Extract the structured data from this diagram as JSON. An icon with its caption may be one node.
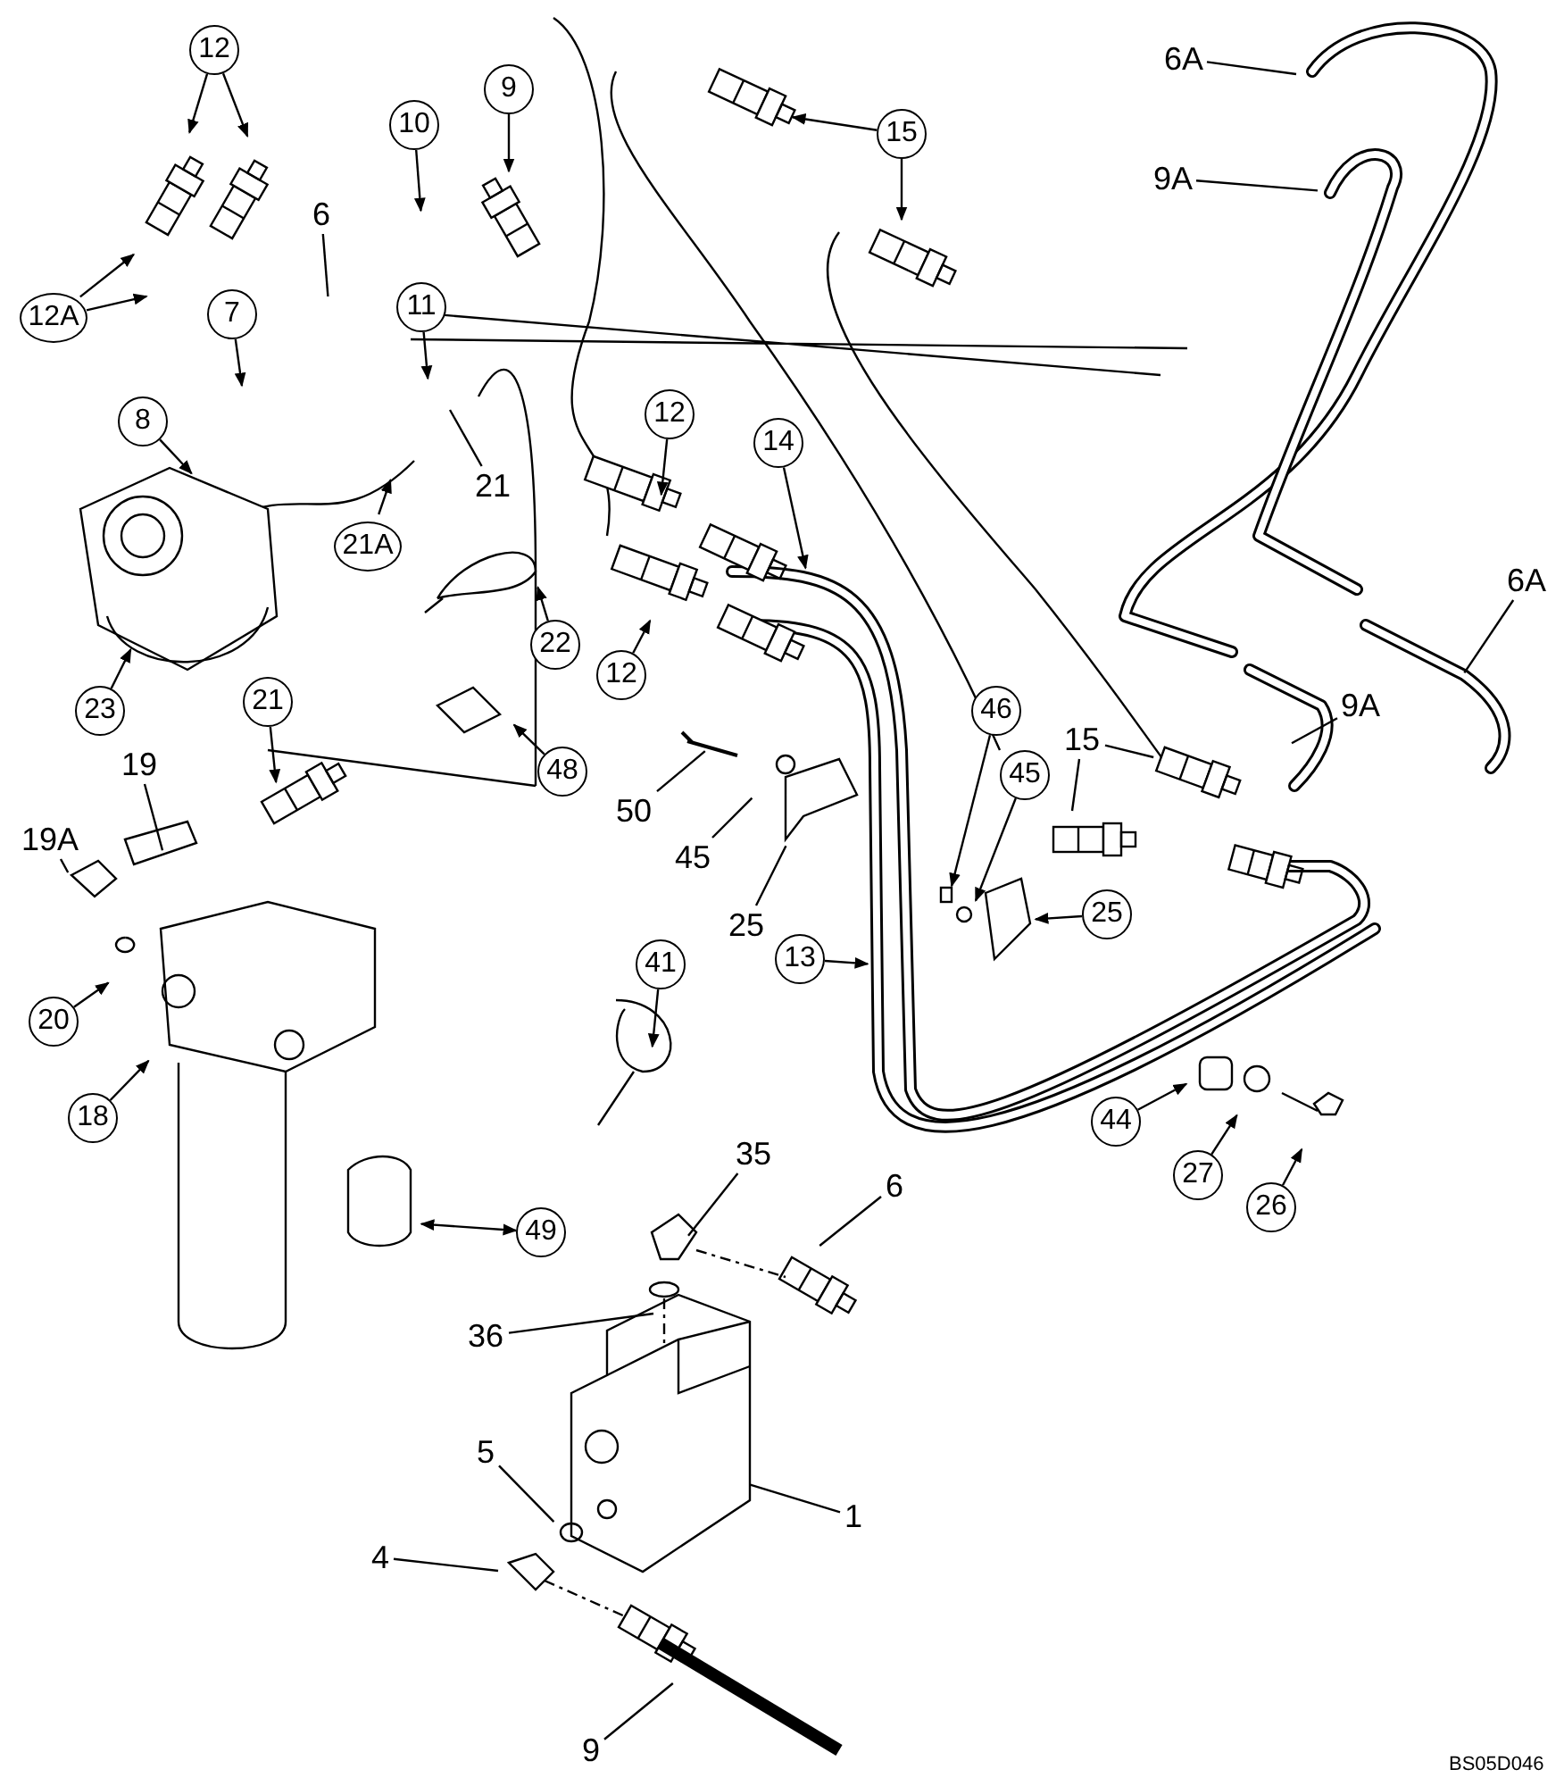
{
  "diagram": {
    "nodes": [
      {
        "text": [
          "12"
        ]
      },
      {
        "text": [
          "12A"
        ]
      },
      {
        "text": [
          "9"
        ]
      },
      {
        "text": [
          "10"
        ]
      },
      {
        "text": [
          "6"
        ]
      },
      {
        "text": [
          "11"
        ]
      },
      {
        "text": [
          "7"
        ]
      },
      {
        "text": [
          "8"
        ]
      },
      {
        "text": [
          "21"
        ]
      },
      {
        "text": [
          "21A"
        ]
      },
      {
        "text": [
          "23"
        ]
      },
      {
        "text": [
          "22"
        ]
      },
      {
        "text": [
          "21"
        ]
      },
      {
        "text": [
          "48"
        ]
      },
      {
        "text": [
          "15"
        ]
      },
      {
        "text": [
          "12"
        ]
      },
      {
        "text": [
          "14"
        ]
      },
      {
        "text": [
          "12"
        ]
      },
      {
        "text": [
          "6A"
        ]
      },
      {
        "text": [
          "9A"
        ]
      },
      {
        "text": [
          "6A"
        ]
      },
      {
        "text": [
          "9A"
        ]
      },
      {
        "text": [
          "50"
        ]
      },
      {
        "text": [
          "45"
        ]
      },
      {
        "text": [
          "25"
        ]
      },
      {
        "text": [
          "46"
        ]
      },
      {
        "text": [
          "45"
        ]
      },
      {
        "text": [
          "15"
        ]
      },
      {
        "text": [
          "25"
        ]
      },
      {
        "text": [
          "13"
        ]
      },
      {
        "text": [
          "44"
        ]
      },
      {
        "text": [
          "27"
        ]
      },
      {
        "text": [
          "26"
        ]
      },
      {
        "text": [
          "41"
        ]
      },
      {
        "text": [
          "49"
        ]
      },
      {
        "text": [
          "19"
        ]
      },
      {
        "text": [
          "19A"
        ]
      },
      {
        "text": [
          "20"
        ]
      },
      {
        "text": [
          "18"
        ]
      },
      {
        "text": [
          "35"
        ]
      },
      {
        "text": [
          "6"
        ]
      },
      {
        "text": [
          "36"
        ]
      },
      {
        "text": [
          "5"
        ]
      },
      {
        "text": [
          "1"
        ]
      },
      {
        "text": [
          "4"
        ]
      },
      {
        "text": [
          "9"
        ]
      }
    ],
    "edges": [
      {
        "from": 0,
        "to": null,
        "arrow": "to"
      },
      {
        "from": 0,
        "to": null,
        "arrow": "to"
      },
      {
        "from": 1,
        "to": null,
        "arrow": "to"
      },
      {
        "from": 1,
        "to": null,
        "arrow": "to"
      },
      {
        "from": 2,
        "to": null,
        "arrow": "to"
      },
      {
        "from": 3,
        "to": null,
        "arrow": "to"
      },
      {
        "from": 4,
        "to": null,
        "arrow": "none"
      },
      {
        "from": 5,
        "to": null,
        "arrow": "to"
      },
      {
        "from": 6,
        "to": null,
        "arrow": "to"
      },
      {
        "from": 7,
        "to": null,
        "arrow": "to"
      },
      {
        "from": 8,
        "to": null,
        "arrow": "none"
      },
      {
        "from": 9,
        "to": null,
        "arrow": "to"
      },
      {
        "from": 10,
        "to": null,
        "arrow": "to"
      },
      {
        "from": 11,
        "to": null,
        "arrow": "to"
      },
      {
        "from": 12,
        "to": null,
        "arrow": "to"
      },
      {
        "from": 13,
        "to": null,
        "arrow": "to"
      },
      {
        "from": 14,
        "to": null,
        "arrow": "to"
      },
      {
        "from": 14,
        "to": null,
        "arrow": "to"
      },
      {
        "from": 15,
        "to": null,
        "arrow": "to"
      },
      {
        "from": 16,
        "to": null,
        "arrow": "to"
      },
      {
        "from": 17,
        "to": null,
        "arrow": "to"
      },
      {
        "from": 18,
        "to": null,
        "arrow": "none"
      },
      {
        "from": 19,
        "to": null,
        "arrow": "none"
      },
      {
        "from": 20,
        "to": null,
        "arrow": "none"
      },
      {
        "from": 21,
        "to": null,
        "arrow": "none"
      },
      {
        "from": 22,
        "to": null,
        "arrow": "none"
      },
      {
        "from": 23,
        "to": null,
        "arrow": "none"
      },
      {
        "from": 24,
        "to": null,
        "arrow": "none"
      },
      {
        "from": 25,
        "to": null,
        "arrow": "to"
      },
      {
        "from": 26,
        "to": null,
        "arrow": "to"
      },
      {
        "from": 27,
        "to": null,
        "arrow": "none"
      },
      {
        "from": 27,
        "to": null,
        "arrow": "none"
      },
      {
        "from": 28,
        "to": null,
        "arrow": "to"
      },
      {
        "from": 29,
        "to": null,
        "arrow": "to"
      },
      {
        "from": 30,
        "to": null,
        "arrow": "to"
      },
      {
        "from": 31,
        "to": null,
        "arrow": "to"
      },
      {
        "from": 32,
        "to": null,
        "arrow": "to"
      },
      {
        "from": 33,
        "to": null,
        "arrow": "to"
      },
      {
        "from": 34,
        "to": null,
        "arrow": "both"
      },
      {
        "from": 35,
        "to": null,
        "arrow": "none"
      },
      {
        "from": 36,
        "to": null,
        "arrow": "none"
      },
      {
        "from": 37,
        "to": null,
        "arrow": "to"
      },
      {
        "from": 38,
        "to": null,
        "arrow": "to"
      },
      {
        "from": 39,
        "to": null,
        "arrow": "none"
      },
      {
        "from": 40,
        "to": null,
        "arrow": "none"
      },
      {
        "from": 41,
        "to": null,
        "arrow": "none"
      },
      {
        "from": 42,
        "to": null,
        "arrow": "none"
      },
      {
        "from": 43,
        "to": null,
        "arrow": "none"
      },
      {
        "from": 44,
        "to": null,
        "arrow": "none"
      },
      {
        "from": 45,
        "to": null,
        "arrow": "none"
      }
    ],
    "labels": [
      "BS05D046"
    ]
  }
}
